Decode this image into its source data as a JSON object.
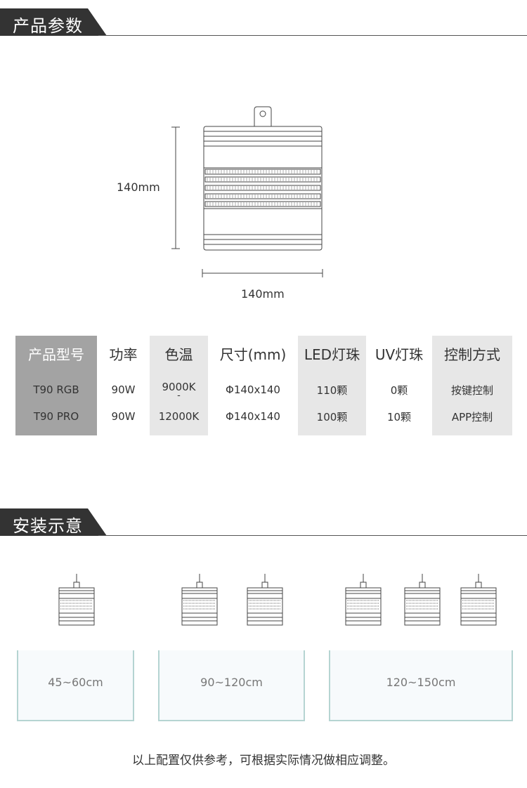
{
  "sections": {
    "params_title": "产品参数",
    "install_title": "安装示意"
  },
  "dimensions": {
    "height_label": "140mm",
    "width_label": "140mm"
  },
  "spec_table": {
    "headers": [
      "产品型号",
      "功率",
      "色温",
      "尺寸(mm)",
      "LED灯珠",
      "UV灯珠",
      "控制方式"
    ],
    "rows": [
      [
        "T90 RGB",
        "90W",
        "9000K",
        "Φ140x140",
        "110颗",
        "0颗",
        "按键控制"
      ],
      [
        "T90 PRO",
        "90W",
        "12000K",
        "Φ140x140",
        "100颗",
        "10颗",
        "APP控制"
      ]
    ],
    "range_dash": "-"
  },
  "installation": {
    "tanks": [
      {
        "label": "45~60cm",
        "lamps": 1
      },
      {
        "label": "90~120cm",
        "lamps": 2
      },
      {
        "label": "120~150cm",
        "lamps": 3
      }
    ]
  },
  "footnote": "以上配置仅供参考，可根据实际情况做相应调整。",
  "colors": {
    "header_tab": "#333333",
    "table_model_column": "#a3a3a3",
    "table_alt_column": "#e7e7e7",
    "tank_border": "#b5d4d2"
  }
}
